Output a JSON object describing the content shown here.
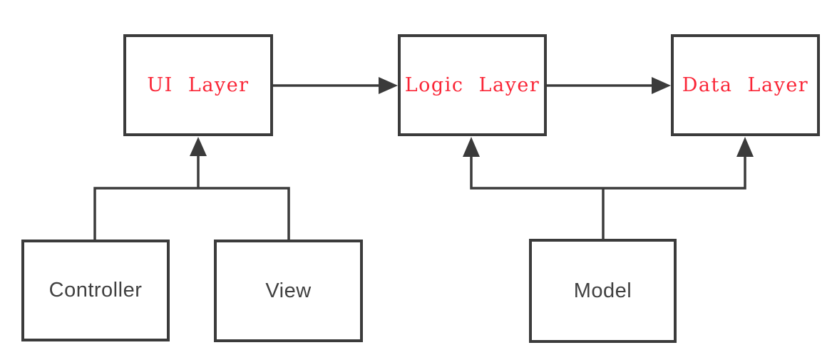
{
  "colors": {
    "stroke": "#3b3b3b",
    "red": "#fa2637",
    "gray_text": "#404040",
    "bg": "#ffffff"
  },
  "nodes": {
    "ui": {
      "label": "UI Layer",
      "text_color": "#fa2637"
    },
    "logic": {
      "label": "Logic Layer",
      "text_color": "#fa2637"
    },
    "data": {
      "label": "Data Layer",
      "text_color": "#fa2637"
    },
    "controller": {
      "label": "Controller",
      "text_color": "#404040"
    },
    "view": {
      "label": "View",
      "text_color": "#404040"
    },
    "model": {
      "label": "Model",
      "text_color": "#404040"
    }
  },
  "edges": [
    {
      "from": "UI Layer",
      "to": "Logic Layer",
      "type": "arrow"
    },
    {
      "from": "Logic Layer",
      "to": "Data Layer",
      "type": "arrow"
    },
    {
      "from": "Controller",
      "to": "UI Layer",
      "type": "arrow"
    },
    {
      "from": "View",
      "to": "UI Layer",
      "type": "arrow"
    },
    {
      "from": "Model",
      "to": "Logic Layer",
      "type": "arrow"
    },
    {
      "from": "Model",
      "to": "Data Layer",
      "type": "arrow"
    }
  ]
}
